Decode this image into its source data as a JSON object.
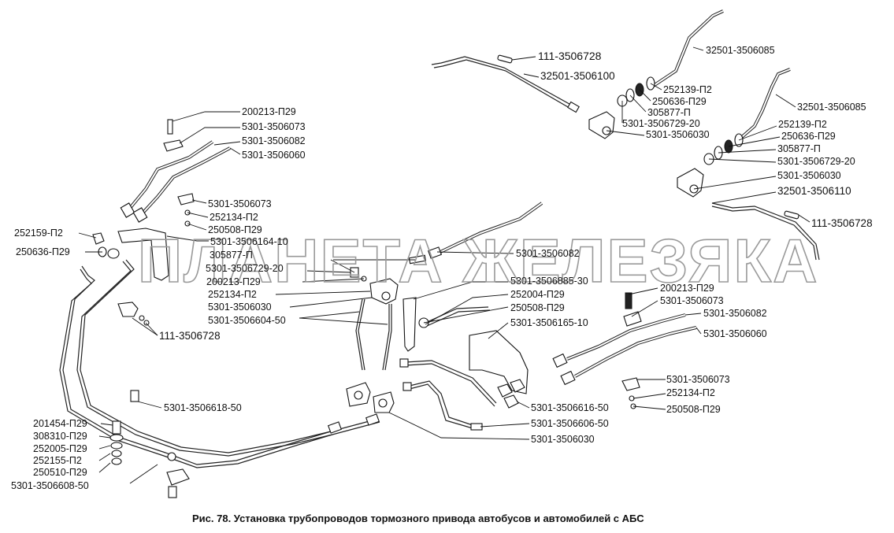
{
  "figure": {
    "caption": "Рис. 78. Установка трубопроводов тормозного привода автобусов и автомобилей с АБС",
    "watermark": "ПЛАНЕТА ЖЕЛЕЗЯКА"
  },
  "labels": [
    "111-3506728",
    "32501-3506085",
    "32501-3506100",
    "252139-П2",
    "250636-П29",
    "305877-П",
    "5301-3506729-20",
    "5301-3506030",
    "32501-3506085",
    "252139-П2",
    "250636-П29",
    "305877-П",
    "5301-3506729-20",
    "5301-3506030",
    "32501-3506110",
    "111-3506728",
    "200213-П29",
    "5301-3506073",
    "5301-3506082",
    "5301-3506060",
    "5301-3506073",
    "252134-П2",
    "250508-П29",
    "252159-П2",
    "5301-3506164-10",
    "250636-П29",
    "305877-П",
    "5301-3506729-20",
    "200213-П29",
    "252134-П2",
    "5301-3506030",
    "5301-3506604-50",
    "111-3506728",
    "5301-3506082",
    "5301-3506885-30",
    "252004-П29",
    "250508-П29",
    "5301-3506165-10",
    "200213-П29",
    "5301-3506073",
    "5301-3506082",
    "5301-3506060",
    "5301-3506073",
    "252134-П2",
    "250508-П29",
    "5301-3506618-50",
    "5301-3506616-50",
    "5301-3506606-50",
    "5301-3506030",
    "201454-П29",
    "308310-П29",
    "252005-П29",
    "252155-П2",
    "250510-П29",
    "5301-3506608-50"
  ]
}
